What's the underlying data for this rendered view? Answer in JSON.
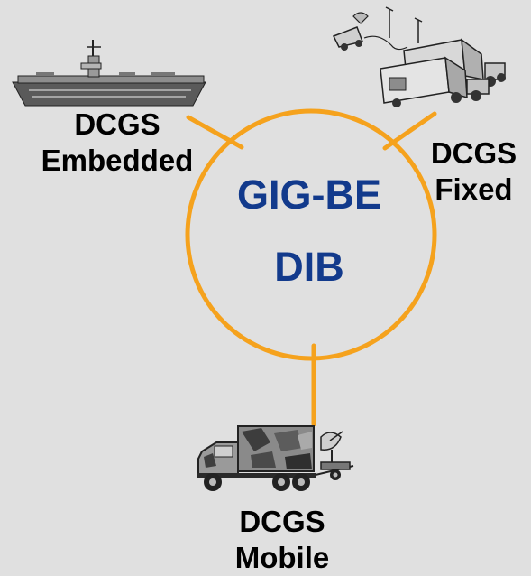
{
  "diagram": {
    "center": {
      "lines": [
        "GIG-BE",
        "DIB"
      ]
    },
    "nodes": [
      {
        "id": "embedded",
        "label_lines": [
          "DCGS",
          "Embedded"
        ],
        "icon": "aircraft-carrier-icon"
      },
      {
        "id": "fixed",
        "label_lines": [
          "DCGS",
          "Fixed"
        ],
        "icon": "fixed-site-trailers-icon"
      },
      {
        "id": "mobile",
        "label_lines": [
          "DCGS",
          "Mobile"
        ],
        "icon": "camouflage-truck-icon"
      }
    ]
  },
  "colors": {
    "background": "#e0e0e0",
    "connector": "#f5a21d",
    "center_text": "#123a8c",
    "label_text": "#000000"
  }
}
